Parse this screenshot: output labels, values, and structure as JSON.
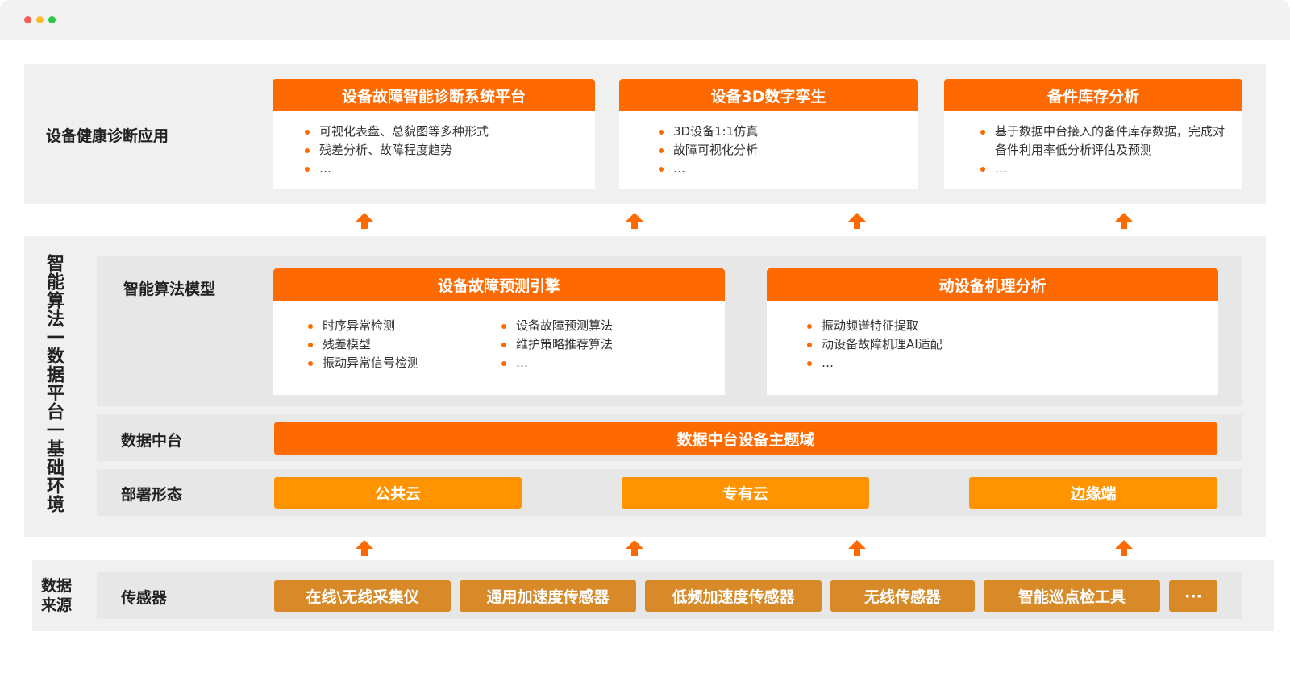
{
  "top": {
    "label": "设备健康诊断应用",
    "cards": [
      {
        "title": "设备故障智能诊断系统平台",
        "items": [
          "可视化表盘、总貌图等多种形式",
          "残差分析、故障程度趋势",
          "…"
        ]
      },
      {
        "title": "设备3D数字孪生",
        "items": [
          "3D设备1:1仿真",
          "故障可视化分析",
          "…"
        ]
      },
      {
        "title": "备件库存分析",
        "items": [
          "基于数据中台接入的备件库存数据，完成对备件利用率低分析评估及预测",
          "…"
        ]
      }
    ]
  },
  "middle": {
    "vertical_label": "智能算法一数据平台一基础环境",
    "algo": {
      "label": "智能算法模型",
      "cards": [
        {
          "title": "设备故障预测引擎",
          "col1": [
            "时序异常检测",
            "残差模型",
            "振动异常信号检测"
          ],
          "col2": [
            "设备故障预测算法",
            "维护策略推荐算法",
            "…"
          ]
        },
        {
          "title": "动设备机理分析",
          "col1": [
            "振动频谱特征提取",
            "动设备故障机理AI适配",
            "…"
          ]
        }
      ]
    },
    "datahub": {
      "label": "数据中台",
      "bar": "数据中台设备主题域"
    },
    "deploy": {
      "label": "部署形态",
      "options": [
        "公共云",
        "专有云",
        "边缘端"
      ]
    }
  },
  "bottom": {
    "vertical_label": "数据来源",
    "label": "传感器",
    "sensors": [
      "在线\\无线采集仪",
      "通用加速度传感器",
      "低频加速度传感器",
      "无线传感器",
      "智能巡点检工具",
      "···"
    ]
  },
  "colors": {
    "primary": "#ff6a00",
    "amber": "#ff9300",
    "tan": "#d98a28"
  }
}
